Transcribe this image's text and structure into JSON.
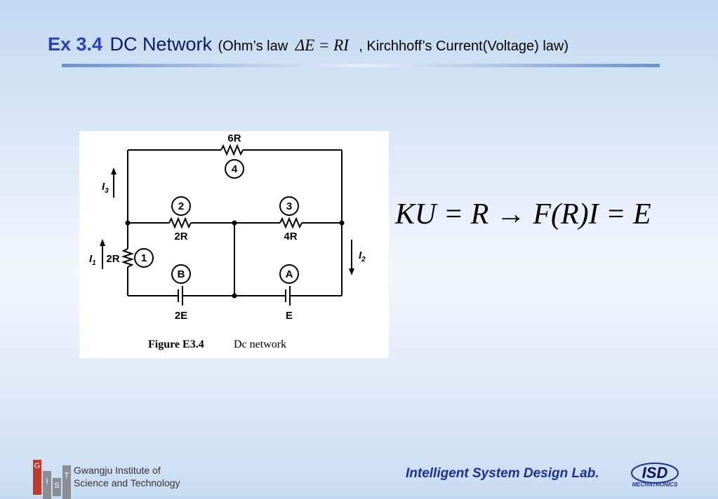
{
  "title": {
    "ex_label": "Ex 3.4",
    "topic": "DC Network",
    "sub_prefix": "(Ohm’s law",
    "ohm_formula": "ΔE = RI",
    "sub_suffix": ", Kirchhoff’s Current(Voltage) law)"
  },
  "figure": {
    "caption_label": "Figure E3.4",
    "caption_text": "Dc network",
    "labels": {
      "r6": "6R",
      "r2": "2R",
      "r4": "4R",
      "r1": "2R",
      "n1": "1",
      "n2": "2",
      "n3": "3",
      "n4": "4",
      "nA": "A",
      "nB": "B",
      "e2": "2E",
      "e1": "E",
      "i1": "I",
      "i1_sub": "1",
      "i2": "I",
      "i2_sub": "2",
      "i3": "I",
      "i3_sub": "3"
    }
  },
  "equation": "KU = R → F(R)I = E",
  "footer": {
    "gist_letters": [
      "G",
      "I",
      "S",
      "T"
    ],
    "gist_line1": "Gwangju Institute of",
    "gist_line2": "Science and Technology",
    "lab_name": "Intelligent System Design Lab.",
    "isd_logo_text": "ISD",
    "isd_logo_sub": "MECHATRONICS"
  }
}
